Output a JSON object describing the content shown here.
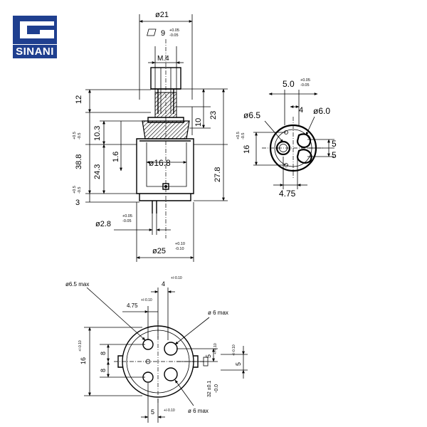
{
  "brand": {
    "name": "SINANI",
    "color": "#1f3f8f"
  },
  "side_view": {
    "dims": {
      "top_width": "ø21",
      "flat": "9",
      "flat_tol_plus": "+0.05",
      "flat_tol_minus": "-0.05",
      "thread": "M.4",
      "shaft_len": "12",
      "upper": "23",
      "ten": "10",
      "ten_three": "10.3",
      "total": "38.8",
      "one_six": "1.6",
      "twenty_four": "24.3",
      "twenty_seven": "27.8",
      "three": "3",
      "body_dia": "ø16.8",
      "pin_dia": "ø2.8",
      "pin_tol_plus": "+0.05",
      "pin_tol_minus": "-0.05",
      "base_dia": "ø25",
      "base_tol_plus": "+0.10",
      "base_tol_minus": "-0.10",
      "tol_plus": "+0.5",
      "tol_minus": "-0.5"
    }
  },
  "end_view": {
    "dims": {
      "top": "5.0",
      "top_tol_plus": "+0.05",
      "top_tol_minus": "-0.05",
      "four": "4",
      "left_hole": "ø6.5",
      "right_hole": "ø6.0",
      "sixteen": "16",
      "five_a": "5",
      "five_b": "5",
      "bottom": "4.75",
      "tol_plus": "+0.5",
      "tol_minus": "-0.5"
    }
  },
  "bottom_view": {
    "dims": {
      "hole_max_top": "ø6.5 max",
      "four": "4",
      "four_tol": "+/-0.10",
      "four_seven_five": "4.75",
      "fsf_tol": "+/-0.10",
      "hole_max_right": "ø 6 max",
      "sixteen": "16",
      "sixteen_tol": "+/-0.10",
      "eight_a": "8",
      "eight_b": "8",
      "five_right": "5",
      "five_right_tol": "+/-0.10",
      "thirty_two": "32 ±0.1",
      "thirty_two_alt": "-0.0",
      "five_far": "5",
      "five_far_tol": "+/-0.10",
      "five_bottom": "5",
      "five_bottom_tol": "+/-0.10",
      "hole_max_bottom": "ø 6 max"
    }
  }
}
